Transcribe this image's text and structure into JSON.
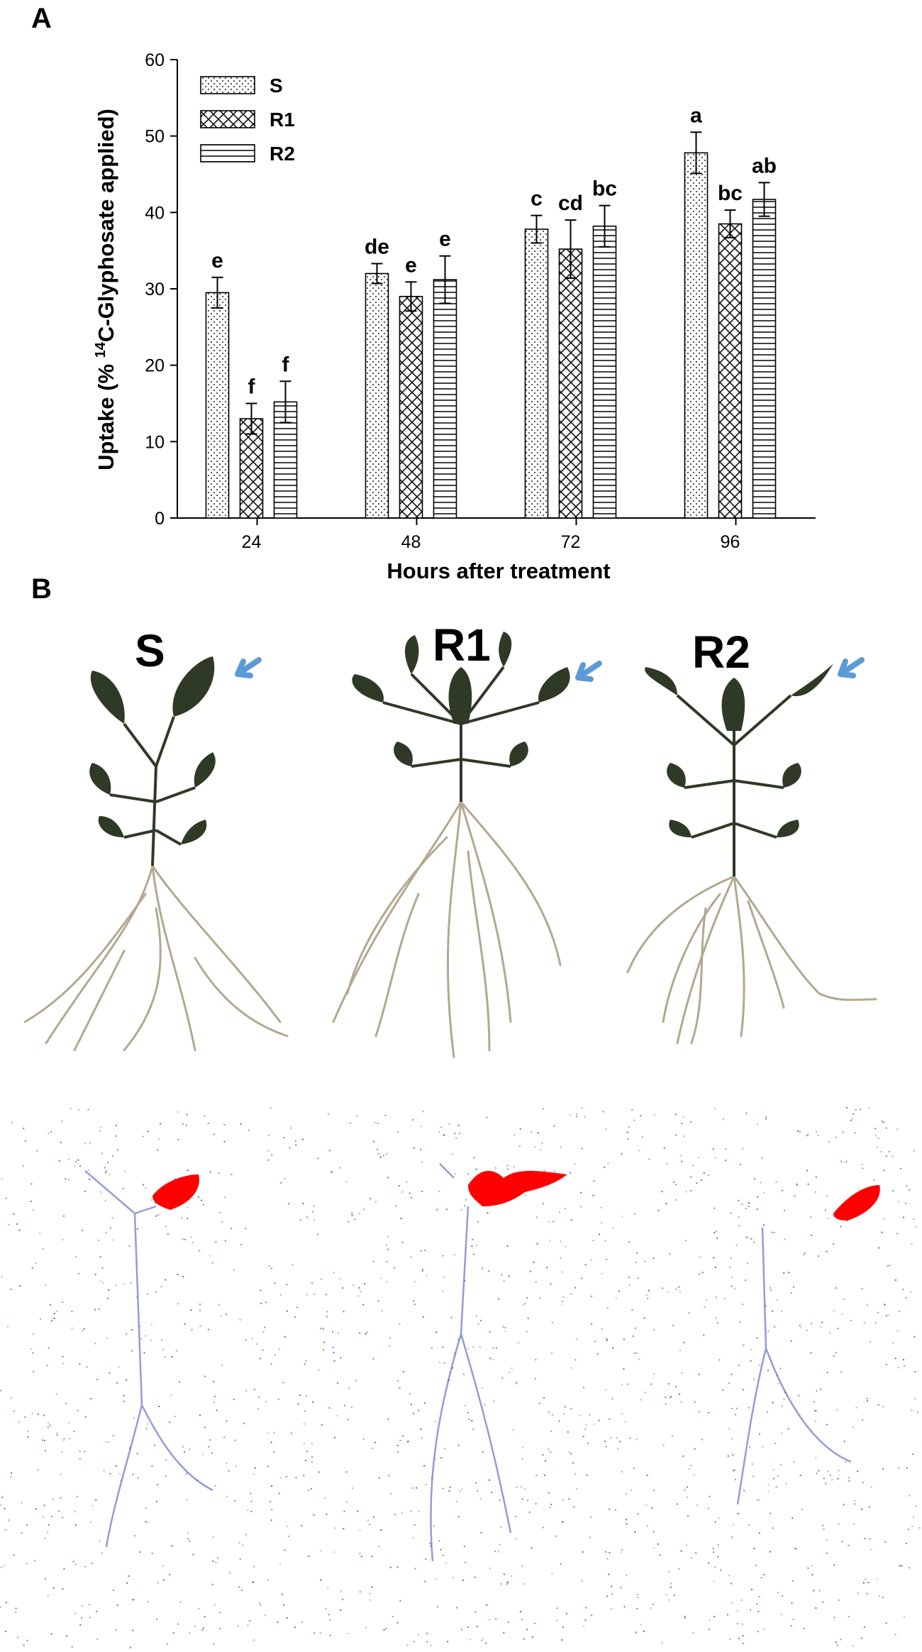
{
  "panels": {
    "a_label": "A",
    "b_label": "B"
  },
  "chart_data": {
    "type": "bar",
    "categories": [
      "24",
      "48",
      "72",
      "96"
    ],
    "xlabel": "Hours after treatment",
    "ylabel": "Uptake (% 14C-Glyphosate applied)",
    "ylabel_parts": {
      "prefix": "Uptake (% ",
      "sup": "14",
      "suffix": "C-Glyphosate applied)"
    },
    "ylim": [
      0,
      60
    ],
    "yticks": [
      0,
      10,
      20,
      30,
      40,
      50,
      60
    ],
    "legend_position": "top-left",
    "series": [
      {
        "name": "S",
        "pattern": "dots",
        "values": [
          29.5,
          32.0,
          37.8,
          47.8
        ],
        "errors": [
          2.0,
          1.3,
          1.8,
          2.7
        ],
        "letters": [
          "e",
          "de",
          "c",
          "a"
        ]
      },
      {
        "name": "R1",
        "pattern": "crosshatch",
        "values": [
          13.0,
          29.0,
          35.2,
          38.5
        ],
        "errors": [
          2.0,
          1.9,
          3.8,
          1.8
        ],
        "letters": [
          "f",
          "e",
          "cd",
          "bc"
        ]
      },
      {
        "name": "R2",
        "pattern": "horizontal",
        "values": [
          15.2,
          31.2,
          38.2,
          41.7
        ],
        "errors": [
          2.7,
          3.1,
          2.7,
          2.2
        ],
        "letters": [
          "f",
          "e",
          "bc",
          "ab"
        ]
      }
    ]
  },
  "plants": {
    "labels": [
      "S",
      "R1",
      "R2"
    ],
    "leaf_color": "#2f3a26",
    "root_color": "#b3a890",
    "arrow_color": "#5b9bd5",
    "scan_hot_color": "#ff0000",
    "scan_noise_color": "#3a4bb0"
  }
}
